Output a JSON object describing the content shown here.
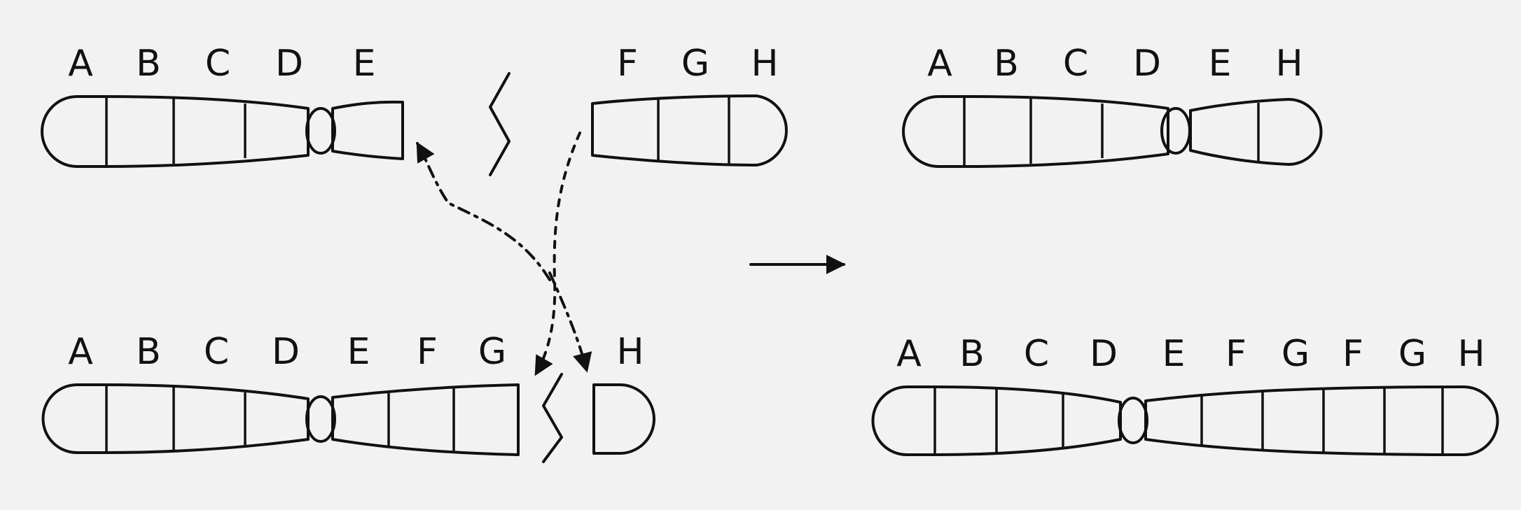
{
  "diagram": {
    "top_left_labels": [
      "A",
      "B",
      "C",
      "D",
      "E"
    ],
    "top_middle_labels": [
      "F",
      "G",
      "H"
    ],
    "bottom_left_labels": [
      "A",
      "B",
      "C",
      "D",
      "E",
      "F",
      "G"
    ],
    "bottom_middle_labels": [
      "H"
    ],
    "result_top_labels": [
      "A",
      "B",
      "C",
      "D",
      "E",
      "H"
    ],
    "result_bottom_labels": [
      "A",
      "B",
      "C",
      "D",
      "E",
      "F",
      "G",
      "F",
      "G",
      "H"
    ]
  }
}
